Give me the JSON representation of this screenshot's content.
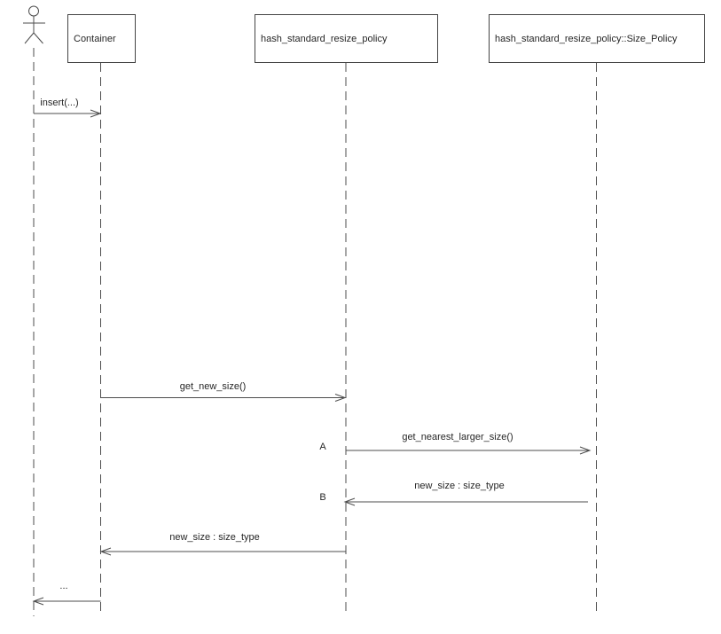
{
  "diagram": {
    "kind": "uml-sequence-diagram",
    "background_color": "#ffffff",
    "line_color": "#4d4d4d",
    "border_color": "#444444",
    "text_color": "#262626"
  },
  "actor": {
    "icon": "actor-stick-figure"
  },
  "participants": [
    {
      "label": "Container"
    },
    {
      "label": "hash_standard_resize_policy"
    },
    {
      "label": "hash_standard_resize_policy::Size_Policy"
    }
  ],
  "messages": [
    {
      "label": "insert(...)",
      "from": "actor",
      "to": "Container",
      "direction": "right"
    },
    {
      "label": "get_new_size()",
      "from": "Container",
      "to": "hash_standard_resize_policy",
      "direction": "right"
    },
    {
      "label": "get_nearest_larger_size()",
      "from": "hash_standard_resize_policy",
      "to": "hash_standard_resize_policy::Size_Policy",
      "direction": "right",
      "marker": "A"
    },
    {
      "label": "new_size : size_type",
      "from": "hash_standard_resize_policy::Size_Policy",
      "to": "hash_standard_resize_policy",
      "direction": "left",
      "marker": "B"
    },
    {
      "label": "new_size : size_type",
      "from": "hash_standard_resize_policy",
      "to": "Container",
      "direction": "left"
    },
    {
      "label": "...",
      "from": "Container",
      "to": "actor",
      "direction": "left"
    }
  ]
}
